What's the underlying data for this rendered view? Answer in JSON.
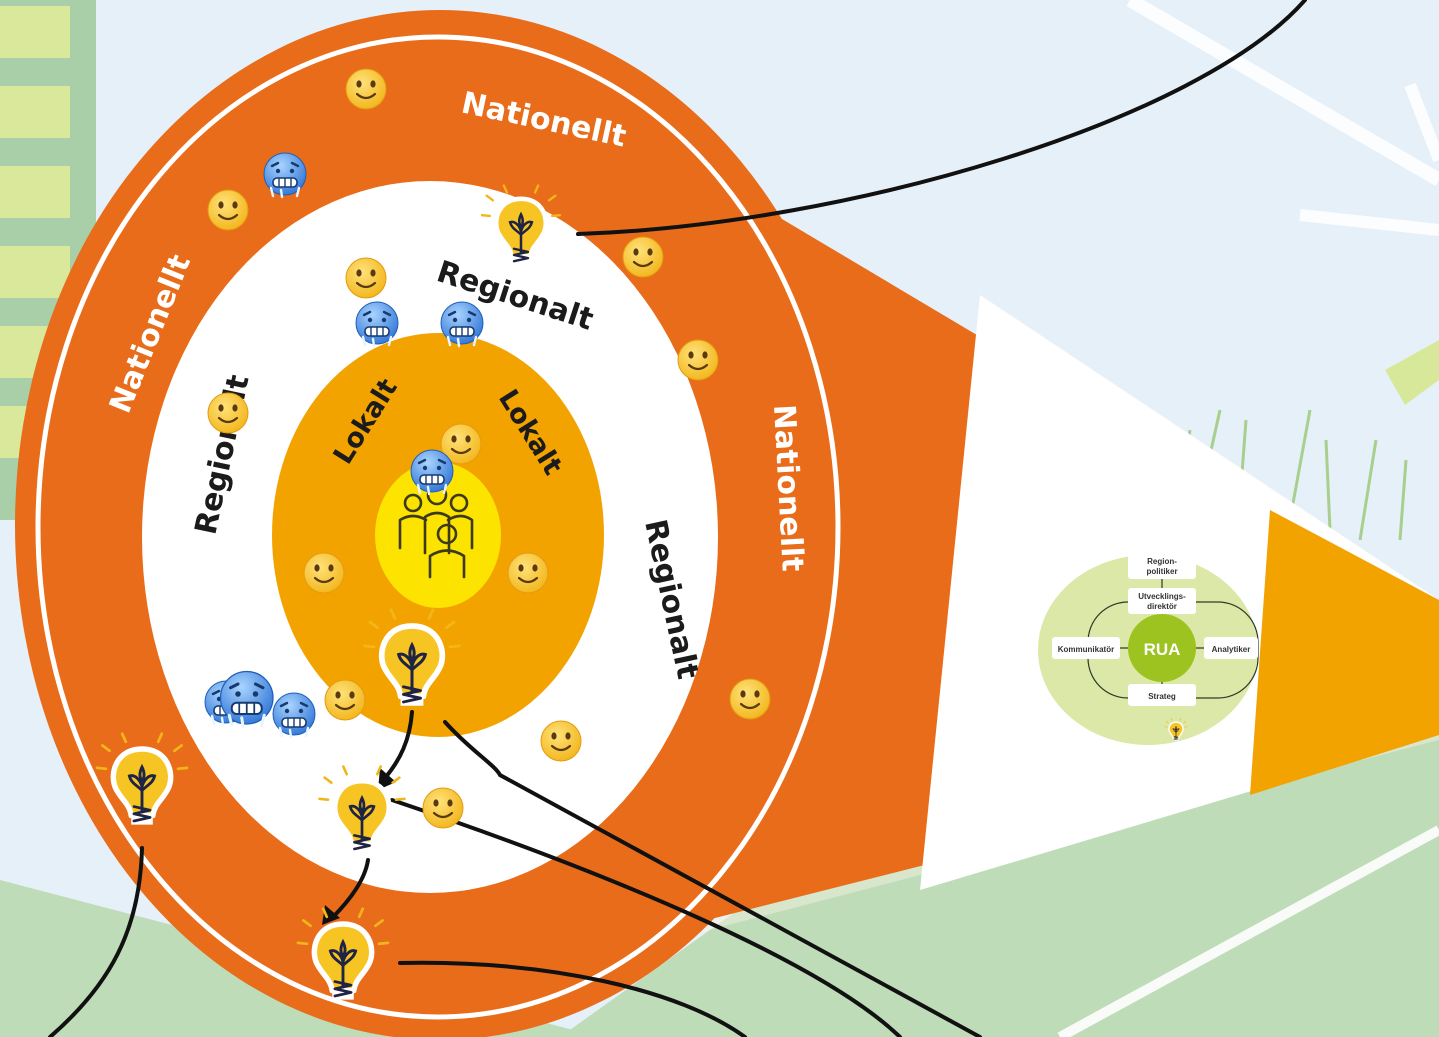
{
  "rings": {
    "national_label": "Nationellt",
    "regional_label": "Regionalt",
    "local_label": "Lokalt"
  },
  "rua": {
    "center": "RUA",
    "top": "Region-\npolitiker",
    "top_line1": "Region-",
    "top_line2": "politiker",
    "upper_line1": "Utvecklings-",
    "upper_line2": "direktör",
    "left": "Kommunikatör",
    "right": "Analytiker",
    "bottom": "Strateg"
  },
  "colors": {
    "orange": "#e86c1a",
    "amber": "#f2a300",
    "yellow": "#fde300",
    "white": "#ffffff",
    "sky": "#e6f0f8",
    "grass": "#bfdcb8",
    "rua_bg": "#dbe8a8",
    "rua_center": "#9cc320"
  },
  "icons": {
    "smiley": "slightly-smiling-face-icon",
    "cold": "cold-face-icon",
    "idea": "lightbulb-idea-icon",
    "people": "group-people-icon"
  }
}
